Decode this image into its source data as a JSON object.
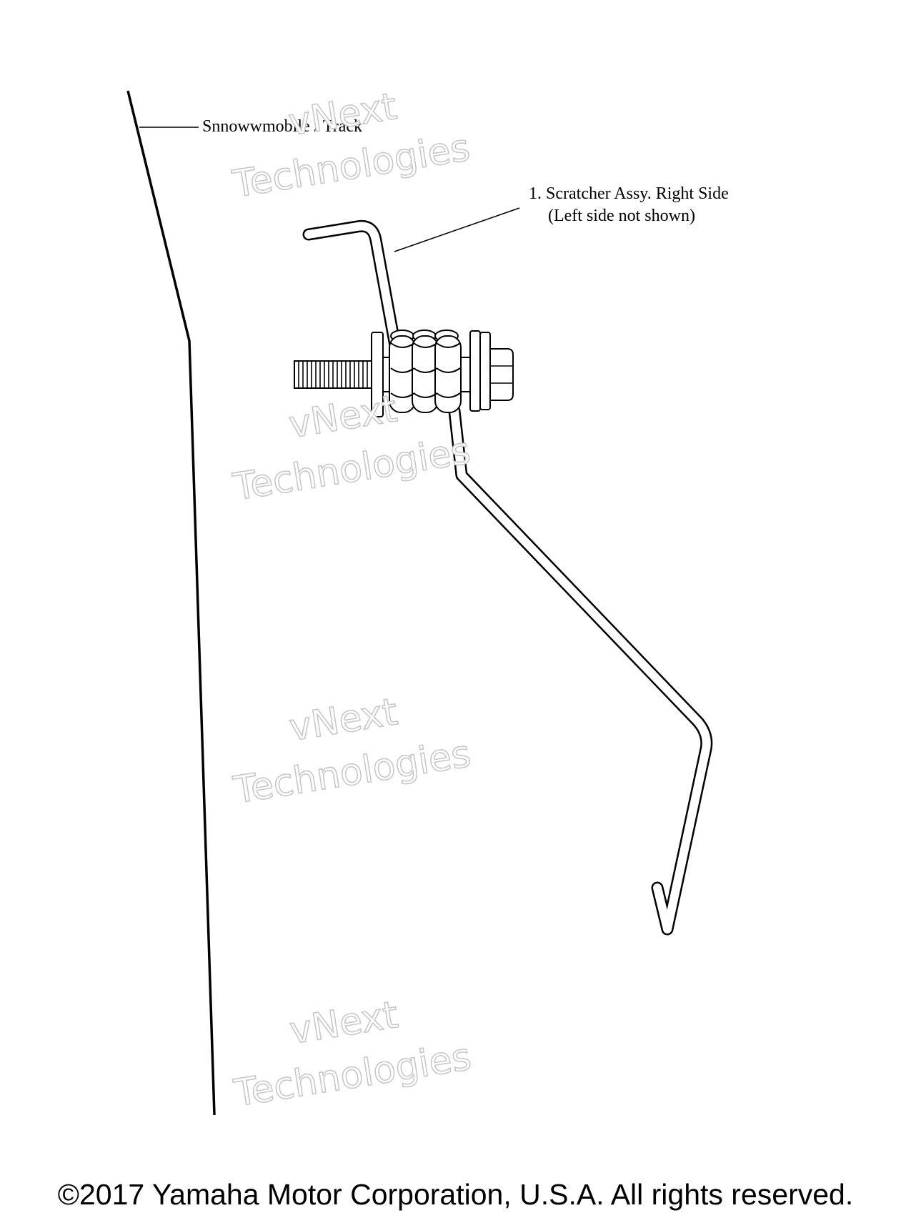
{
  "callouts": {
    "track_label": "Snnowwmobile  / Track",
    "part_label_line1": "1. Scratcher Assy. Right Side",
    "part_label_line2": "(Left side not shown)"
  },
  "watermark": {
    "line1": "vNext",
    "line2": "Technologies"
  },
  "footer": {
    "copyright": "©2017 Yamaha Motor Corporation, U.S.A. All rights reserved."
  },
  "colors": {
    "line": "#000000",
    "background": "#ffffff",
    "watermark_outline": "#c8c8c8"
  }
}
